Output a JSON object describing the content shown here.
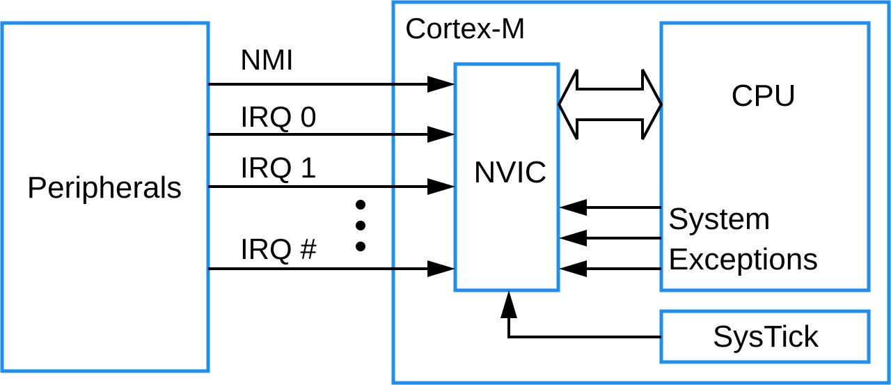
{
  "colors": {
    "box_border": "#1f8ef1",
    "lines": "#000000",
    "background": "#ffffff"
  },
  "blocks": {
    "peripherals": "Peripherals",
    "cortex": "Cortex-M",
    "nvic": "NVIC",
    "cpu": "CPU",
    "systick": "SysTick"
  },
  "signals": {
    "nmi": "NMI",
    "irq0": "IRQ 0",
    "irq1": "IRQ 1",
    "irqn": "IRQ #"
  },
  "system_exceptions": {
    "line1": "System",
    "line2": "Exceptions"
  }
}
